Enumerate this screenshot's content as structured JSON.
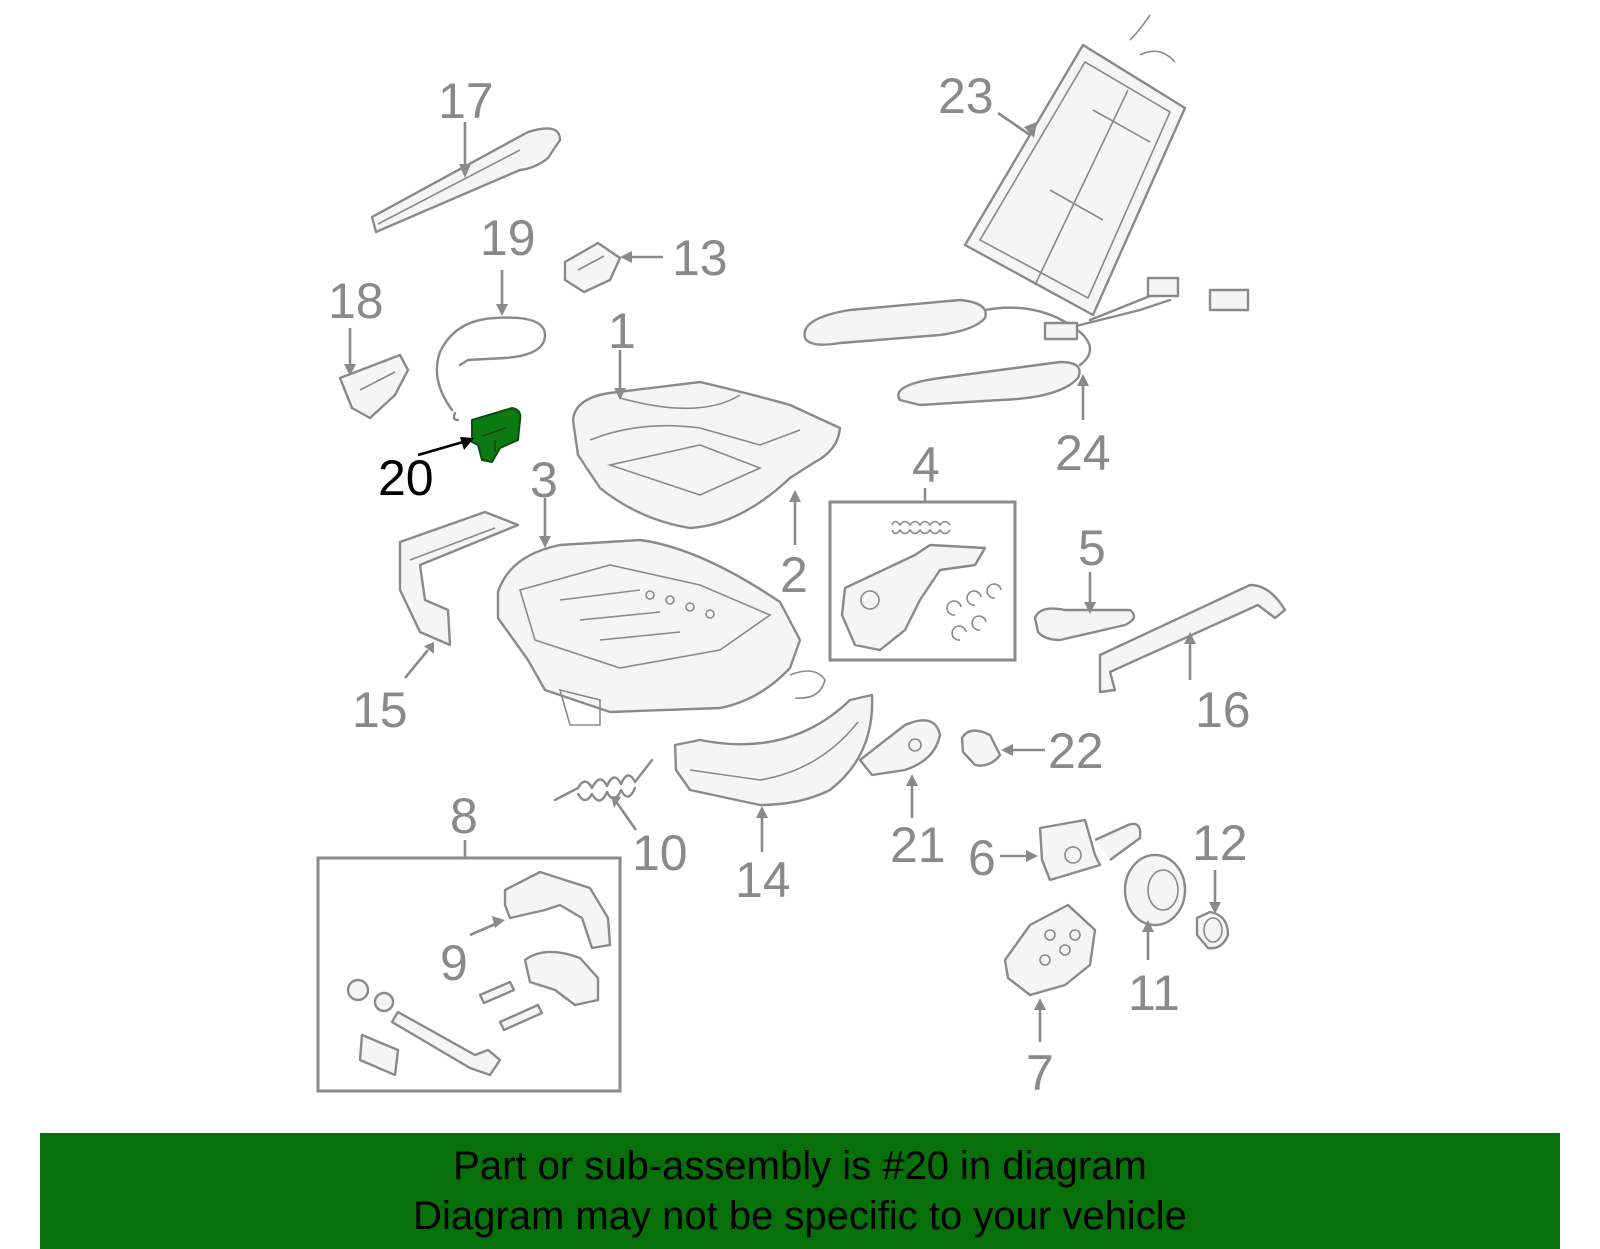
{
  "diagram": {
    "highlighted_callout": "20",
    "callouts": [
      "1",
      "2",
      "3",
      "4",
      "5",
      "6",
      "7",
      "8",
      "9",
      "10",
      "11",
      "12",
      "13",
      "14",
      "15",
      "16",
      "17",
      "18",
      "19",
      "20",
      "21",
      "22",
      "23",
      "24"
    ],
    "colors": {
      "line": "#8a8a8a",
      "highlight": "#0b7a12",
      "highlight_label": "#000000",
      "banner_background": "#08700a",
      "banner_text": "#000000"
    }
  },
  "banner": {
    "line1": "Part or sub-assembly is #20 in diagram",
    "line2": "Diagram may not be specific to your vehicle"
  }
}
